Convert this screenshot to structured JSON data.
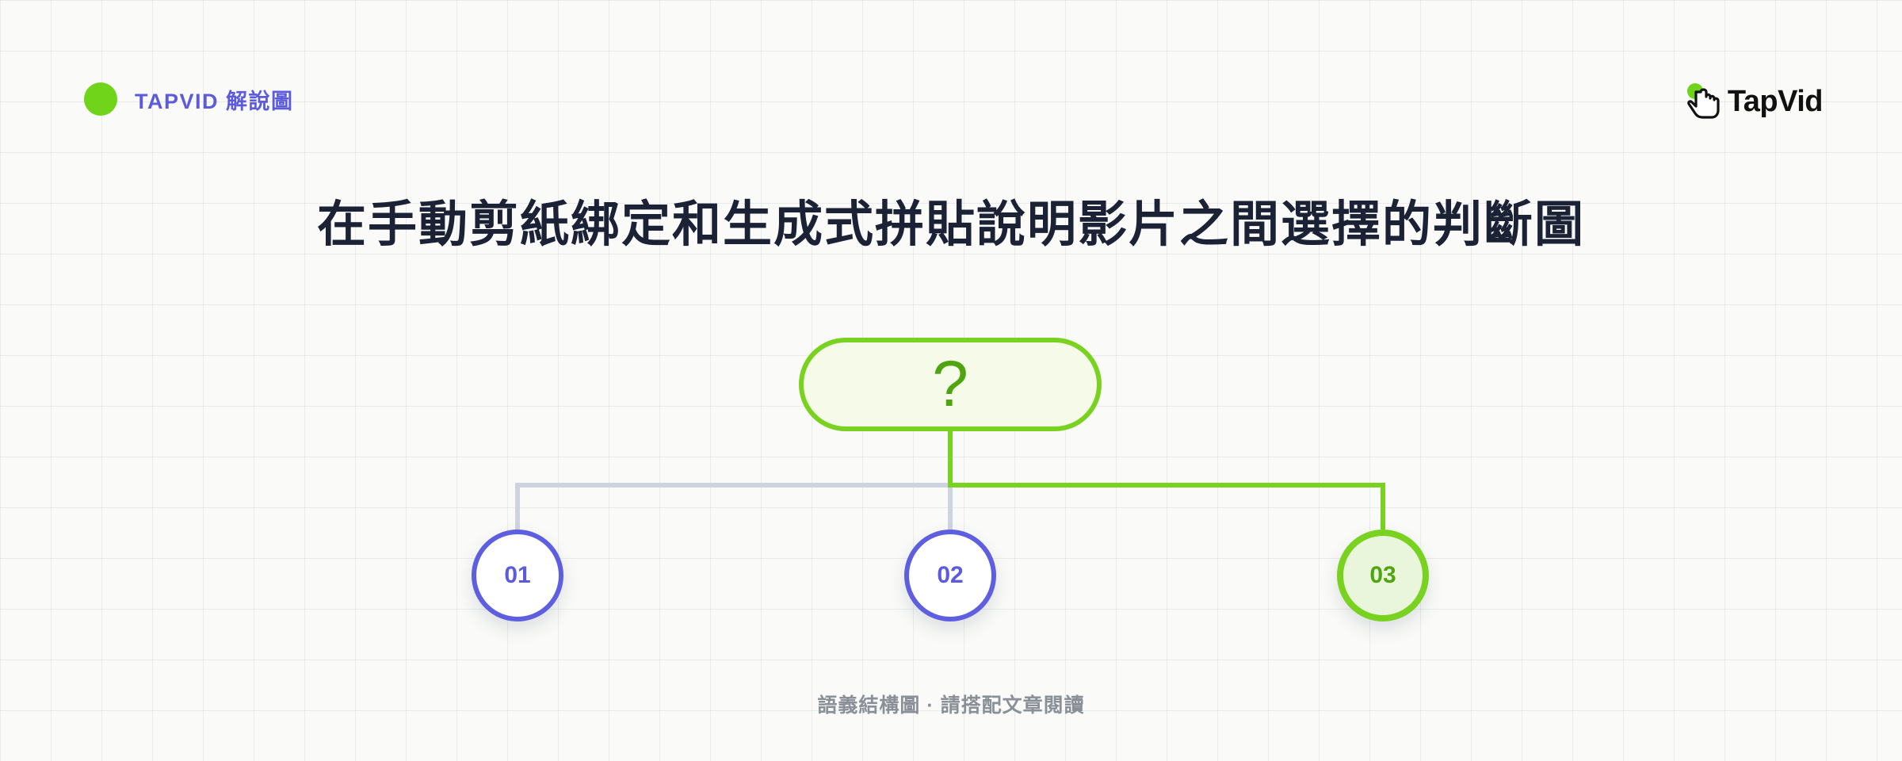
{
  "header": {
    "brand_label": "TAPVID 解說圖",
    "logo_text": "TapVid"
  },
  "title": "在手動剪紙綁定和生成式拼貼說明影片之間選擇的判斷圖",
  "diagram": {
    "root_label": "?",
    "options": [
      {
        "label": "01",
        "highlighted": false
      },
      {
        "label": "02",
        "highlighted": false
      },
      {
        "label": "03",
        "highlighted": true
      }
    ]
  },
  "footer": "語義結構圖 · 請搭配文章閱讀",
  "colors": {
    "accent_green": "#78d21f",
    "accent_purple": "#5b5bdc",
    "connector_gray": "#cdd3df",
    "title": "#1b2235"
  }
}
